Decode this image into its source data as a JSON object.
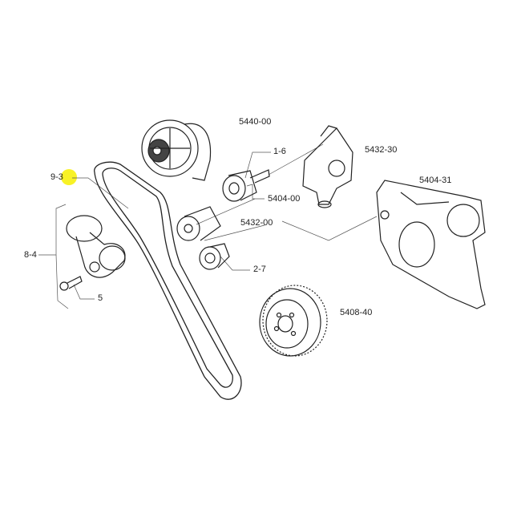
{
  "labels": {
    "belt": "9-3",
    "tensioner_assembly": "8-4",
    "bolt": "5",
    "alternator": "5440-00",
    "idler_pulley": "1-6",
    "water_pump": "5432-30",
    "timing_cover": "5404-31",
    "idler_group": "5404-00",
    "tensioner_pulley": "5432-00",
    "small_pulley": "2-7",
    "crank_pulley": "5408-40"
  },
  "colors": {
    "highlight": "#f7f000",
    "line": "#222222"
  }
}
